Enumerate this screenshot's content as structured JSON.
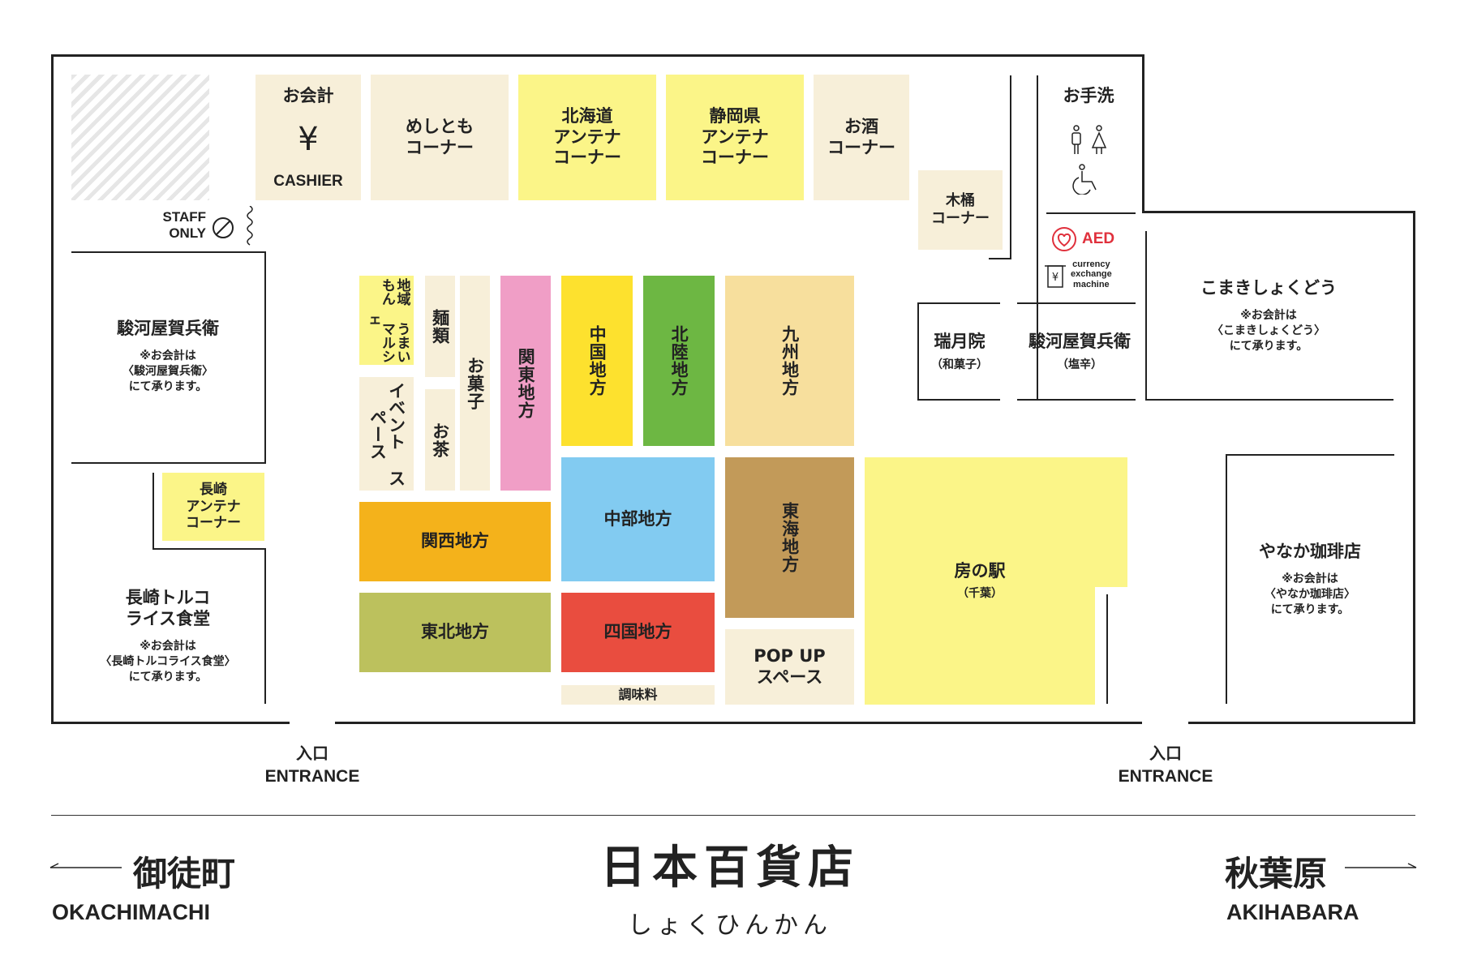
{
  "map": {
    "cashier": {
      "label": "お会計",
      "symbol": "¥",
      "en": "CASHIER"
    },
    "staff_only": "STAFF\nONLY",
    "meshitomo": "めしとも\nコーナー",
    "hokkaido": "北海道\nアンテナ\nコーナー",
    "shizuoka": "静岡県\nアンテナ\nコーナー",
    "osake": "お酒\nコーナー",
    "kioke": "木桶\nコーナー",
    "restroom": "お手洗",
    "aed": "AED",
    "currency_exchange": "currency\nexchange\nmachine",
    "komaki": {
      "name": "こまきしょくどう",
      "note": "※お会計は\n〈こまきしょくどう〉\nにて承ります。"
    },
    "surugaya_left": {
      "name": "駿河屋賀兵衛",
      "note": "※お会計は\n〈駿河屋賀兵衛〉\nにて承ります。"
    },
    "nagasaki_antenna": "長崎\nアンテナ\nコーナー",
    "nagasaki_toruko": {
      "name": "長崎トルコ\nライス食堂",
      "note": "※お会計は\n〈長崎トルコライス食堂〉\nにて承ります。"
    },
    "chiiki": "地域\nうまいもん\nマルシェ",
    "menrui": "麺類",
    "okashi": "お菓子",
    "event": "イベント\nスペース",
    "ocha": "お茶",
    "kanto": "関東地方",
    "chugoku": "中国地方",
    "hokuriku": "北陸地方",
    "kyushu": "九州地方",
    "zuigetsuin": {
      "name": "瑞月院",
      "sub": "（和菓子）"
    },
    "surugaya_right": {
      "name": "駿河屋賀兵衛",
      "sub": "（塩辛）"
    },
    "kansai": "関西地方",
    "chubu": "中部地方",
    "tokai": "東海地方",
    "tohoku": "東北地方",
    "shikoku": "四国地方",
    "chomiryo": "調味料",
    "popup": "POP UP\nスペース",
    "fusa": {
      "name": "房の駅",
      "sub": "（千葉）"
    },
    "yanaka": {
      "name": "やなか珈琲店",
      "note": "※お会計は\n〈やなか珈琲店〉\nにて承ります。"
    }
  },
  "entrances": [
    {
      "jp": "入口",
      "en": "ENTRANCE"
    },
    {
      "jp": "入口",
      "en": "ENTRANCE"
    }
  ],
  "footer": {
    "left": {
      "jp": "御徒町",
      "en": "OKACHIMACHI"
    },
    "brand": {
      "jp": "日本百貨店",
      "sub": "しょくひんかん"
    },
    "right": {
      "jp": "秋葉原",
      "en": "AKIHABARA"
    }
  },
  "colors": {
    "beige": "#f7efd9",
    "yellow": "#fbf588",
    "kanto_pink": "#f09ec6",
    "chugoku_yellow": "#fde12e",
    "hokuriku_green": "#6db743",
    "kyushu_tan": "#f7df9d",
    "kansai_orange": "#f4b21b",
    "chubu_blue": "#82cbf1",
    "tokai_brown": "#c29a59",
    "tohoku_olive": "#bcc15d",
    "shikoku_red": "#e94d3f",
    "aed_red": "#e0303c"
  }
}
